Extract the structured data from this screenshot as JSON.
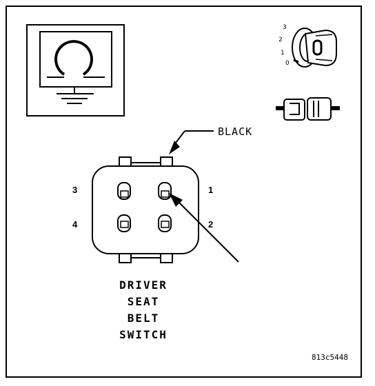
{
  "connector": {
    "wire_label": "BLACK",
    "pins": {
      "p1": "1",
      "p2": "2",
      "p3": "3",
      "p4": "4"
    }
  },
  "title": {
    "line1": "DRIVER",
    "line2": "SEAT",
    "line3": "BELT",
    "line4": "SWITCH"
  },
  "ignition_key": {
    "positions": {
      "three": "3",
      "two": "2",
      "one": "1",
      "zero": "0"
    }
  },
  "reference_number": "813c5448",
  "colors": {
    "ink": "#000000",
    "background": "#ffffff"
  },
  "icons": [
    "ground-display-icon",
    "ignition-key-icon",
    "connector-icon"
  ]
}
